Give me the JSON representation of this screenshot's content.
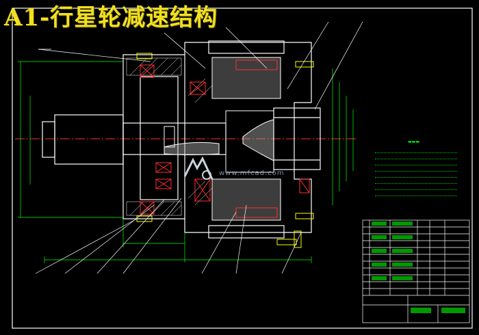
{
  "title": "A1-行星轮减速结构",
  "watermark": {
    "text": "www.mfcad.com"
  },
  "colors": {
    "background": "#000000",
    "border": "#ffffff",
    "outline": "#ffffff",
    "hatch": "#ffffff",
    "bearing": "#ff3030",
    "centerline": "#ff3030",
    "part_fill": "#b0b0b0",
    "bolt": "#ffff00",
    "dimension": "#00ff00",
    "leader": "#ffffff",
    "notes": "#00ff00",
    "title_banner": "#f0e020"
  },
  "technical_notes": {
    "heading_present": true,
    "line_count": 8
  },
  "parts_table": {
    "row_count": 12,
    "column_count": 6
  }
}
